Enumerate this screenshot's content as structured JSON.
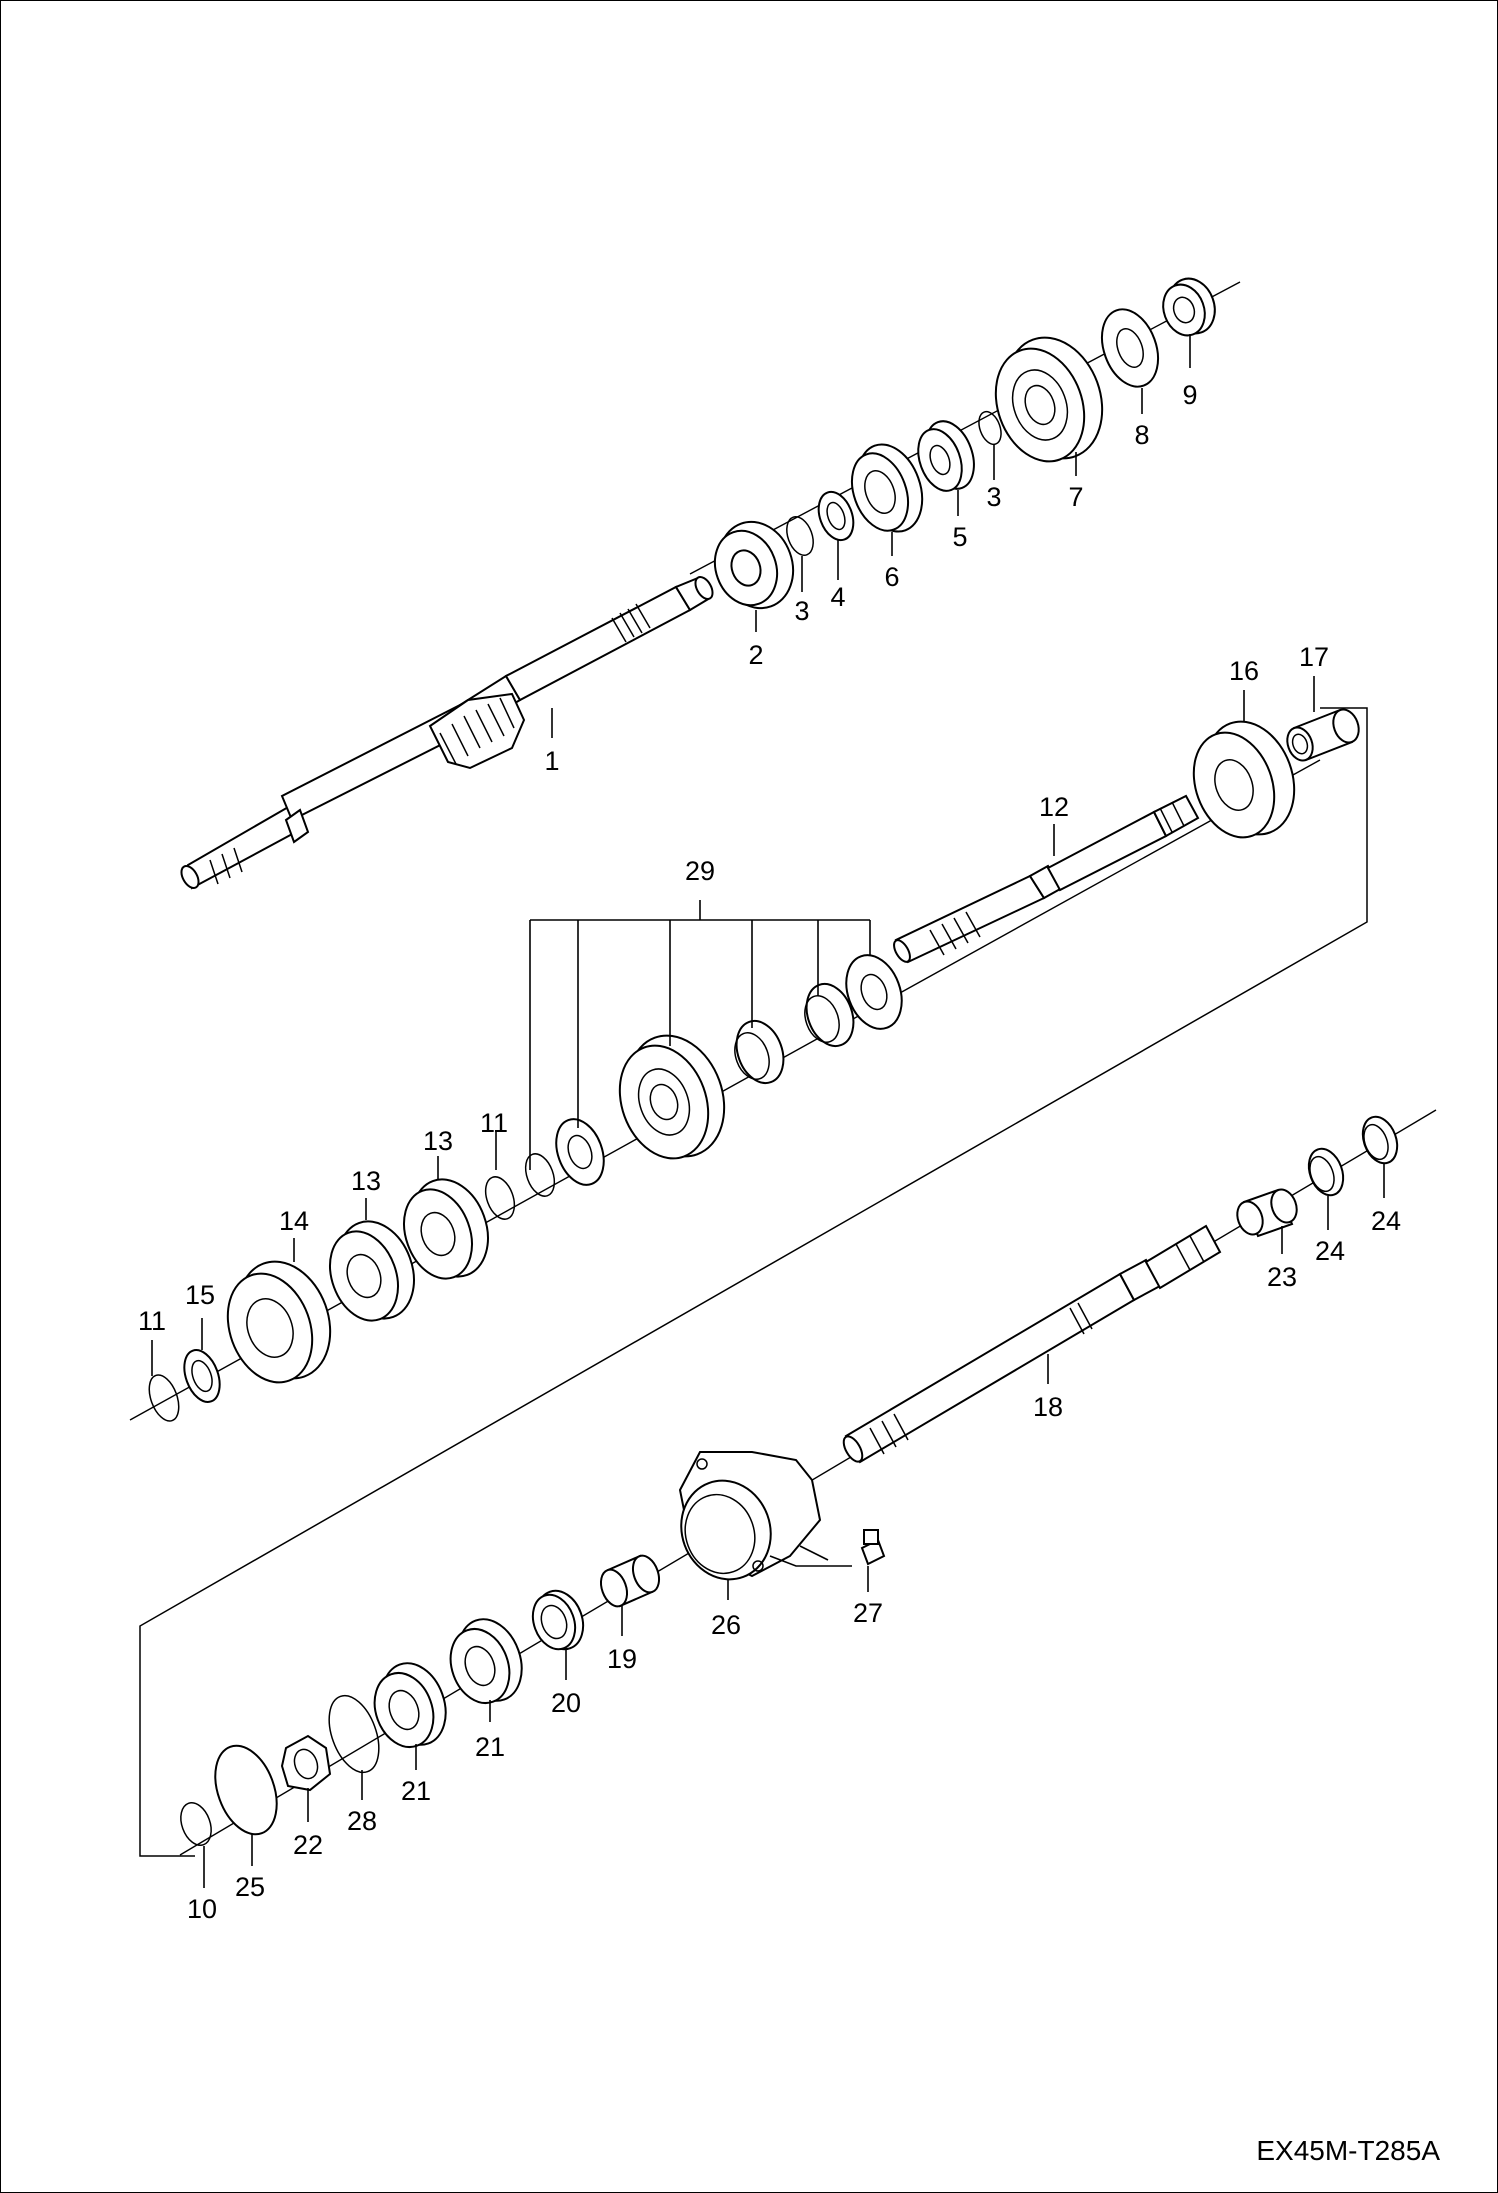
{
  "drawing_code": "EX45M-T285A",
  "callouts": [
    {
      "id": "c1",
      "label": "1"
    },
    {
      "id": "c2",
      "label": "2"
    },
    {
      "id": "c3a",
      "label": "3"
    },
    {
      "id": "c4",
      "label": "4"
    },
    {
      "id": "c6",
      "label": "6"
    },
    {
      "id": "c5",
      "label": "5"
    },
    {
      "id": "c3b",
      "label": "3"
    },
    {
      "id": "c7",
      "label": "7"
    },
    {
      "id": "c8",
      "label": "8"
    },
    {
      "id": "c9",
      "label": "9"
    },
    {
      "id": "c16",
      "label": "16"
    },
    {
      "id": "c17",
      "label": "17"
    },
    {
      "id": "c12",
      "label": "12"
    },
    {
      "id": "c29",
      "label": "29"
    },
    {
      "id": "c11a",
      "label": "11"
    },
    {
      "id": "c13a",
      "label": "13"
    },
    {
      "id": "c13b",
      "label": "13"
    },
    {
      "id": "c14",
      "label": "14"
    },
    {
      "id": "c15",
      "label": "15"
    },
    {
      "id": "c11b",
      "label": "11"
    },
    {
      "id": "c23",
      "label": "23"
    },
    {
      "id": "c24a",
      "label": "24"
    },
    {
      "id": "c24b",
      "label": "24"
    },
    {
      "id": "c18",
      "label": "18"
    },
    {
      "id": "c26",
      "label": "26"
    },
    {
      "id": "c27",
      "label": "27"
    },
    {
      "id": "c19",
      "label": "19"
    },
    {
      "id": "c20",
      "label": "20"
    },
    {
      "id": "c21a",
      "label": "21"
    },
    {
      "id": "c21b",
      "label": "21"
    },
    {
      "id": "c28",
      "label": "28"
    },
    {
      "id": "c22",
      "label": "22"
    },
    {
      "id": "c25",
      "label": "25"
    },
    {
      "id": "c10",
      "label": "10"
    }
  ]
}
